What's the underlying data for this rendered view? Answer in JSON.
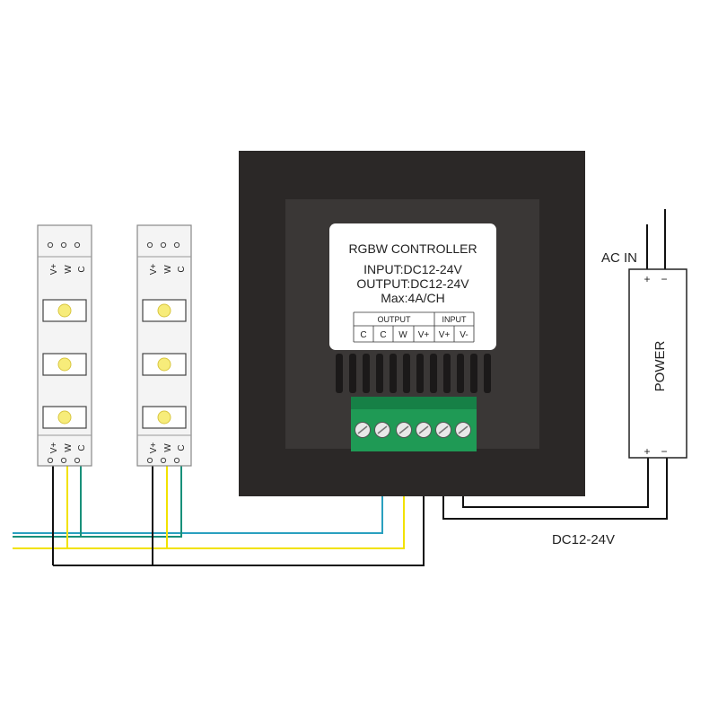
{
  "controller": {
    "title": "RGBW CONTROLLER",
    "input_line": "INPUT:DC12-24V",
    "output_line": "OUTPUT:DC12-24V",
    "max_line": "Max:4A/CH",
    "table": {
      "output_header": "OUTPUT",
      "input_header": "INPUT",
      "pins": [
        "C",
        "C",
        "W",
        "V+",
        "V+",
        "V-"
      ]
    }
  },
  "strips": [
    {
      "top_pins": [
        "V+",
        "W",
        "C"
      ],
      "bottom_pins": [
        "V+",
        "W",
        "C"
      ]
    },
    {
      "top_pins": [
        "V+",
        "W",
        "C"
      ],
      "bottom_pins": [
        "V+",
        "W",
        "C"
      ]
    }
  ],
  "power": {
    "label": "POWER",
    "top_terminals": [
      "+",
      "−"
    ],
    "bottom_terminals": [
      "+",
      "−"
    ]
  },
  "labels": {
    "ac_in": "AC IN",
    "dc": "DC12-24V"
  },
  "colors": {
    "w_wire": "#2aa0bf",
    "c_wire": "#18907a",
    "vplus_wire": "#f2e200",
    "black_wire": "#111111",
    "terminal_block": "#1f9a55",
    "panel": "#2b2827"
  }
}
